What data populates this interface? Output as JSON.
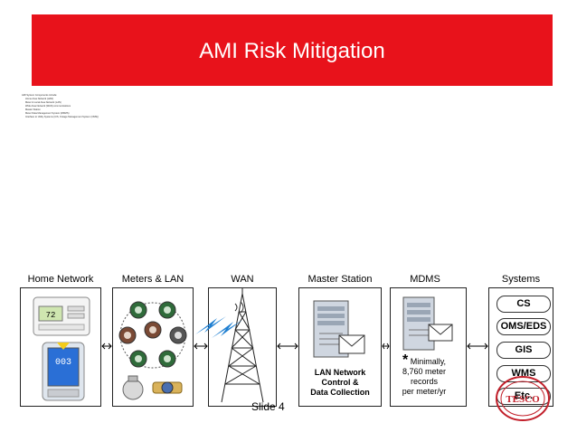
{
  "banner": {
    "title": "AMI Risk Mitigation"
  },
  "notes": [
    "AMI System Components include:",
    "Home Area Network (HAN)",
    "Meter & Local Area Network (LAN)",
    "Wide Area Network (WAN) communications",
    "Master Station",
    "Meter Data Management System (MDMS)",
    "Interface to Utility Systems (CIS, Outage Management System (OMS))"
  ],
  "columns": [
    "Home Network",
    "Meters & LAN",
    "WAN",
    "Master Station",
    "MDMS",
    "Systems"
  ],
  "master_station_caption": [
    "LAN Network",
    "Control &",
    "Data Collection"
  ],
  "mdms_note": {
    "asterisk": "*",
    "lines": [
      "Minimally,",
      "8,760 meter",
      "records",
      "per meter/yr"
    ]
  },
  "systems": [
    "CS",
    "OMS/EDS",
    "GIS",
    "WMS",
    "Etc."
  ],
  "thermostat_display": "72",
  "slide_number": "Slide 4",
  "logo_text": "TESCO",
  "colors": {
    "banner": "#e8121b",
    "accent_blue": "#1f7fd1"
  }
}
